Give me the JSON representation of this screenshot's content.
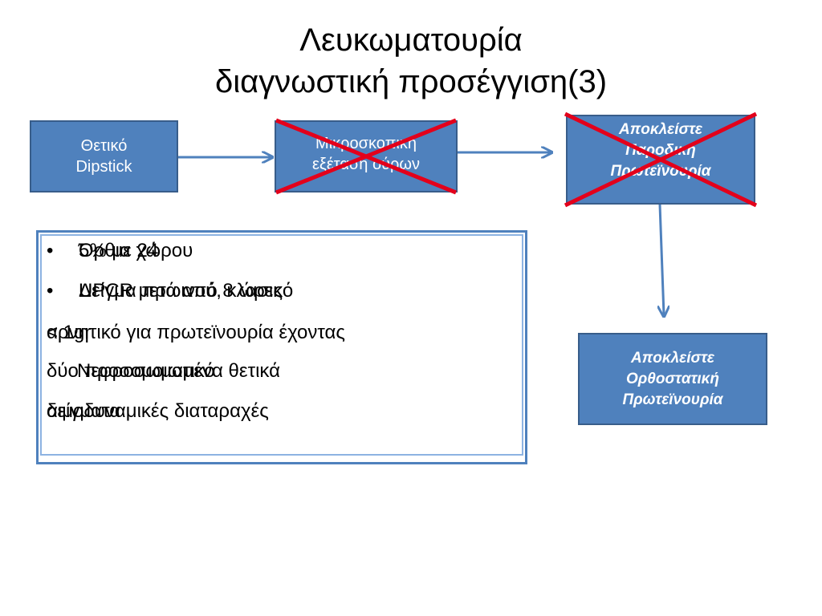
{
  "title": {
    "line1": "Λευκωματουρία",
    "line2": "διαγνωστική προσέγγιση(3)"
  },
  "boxes": {
    "box1": {
      "line1": "Θετικό",
      "line2": "Dipstick"
    },
    "box2": {
      "line1": "Μικροσκοπική",
      "line2": "εξέταση ούρων"
    },
    "box3": {
      "line1": "Αποκλείστε",
      "line2": "Παροδική",
      "line3": "Πρωτεϊνουρία"
    },
    "box4": {
      "line1": "Αποκλείστε",
      "line2": "Ορθοστατική",
      "line3": "Πρωτεϊνουρία"
    }
  },
  "text_layers": {
    "layer_a": {
      "bullets": [
        "5% με 24",
        "UPCR μετά από 8 ώρες"
      ],
      "lines": [
        "< 1gr",
        "Νεφροσωματικό",
        "δείγματα"
      ]
    },
    "layer_b": {
      "bullets": [
        "Όρθια χώρου",
        "Δείγμα πρωινού, κλασικό"
      ],
      "lines": [
        "αρνητικό για πρωτεϊνουρία έχοντας",
        "δύο προσομοιωμένα θετικά",
        "αιμοδυναμικές διαταραχές"
      ]
    }
  },
  "colors": {
    "box_fill": "#4f81bd",
    "box_border": "#385d8a",
    "cross": "#e3001b",
    "arrow": "#4f81bd"
  }
}
